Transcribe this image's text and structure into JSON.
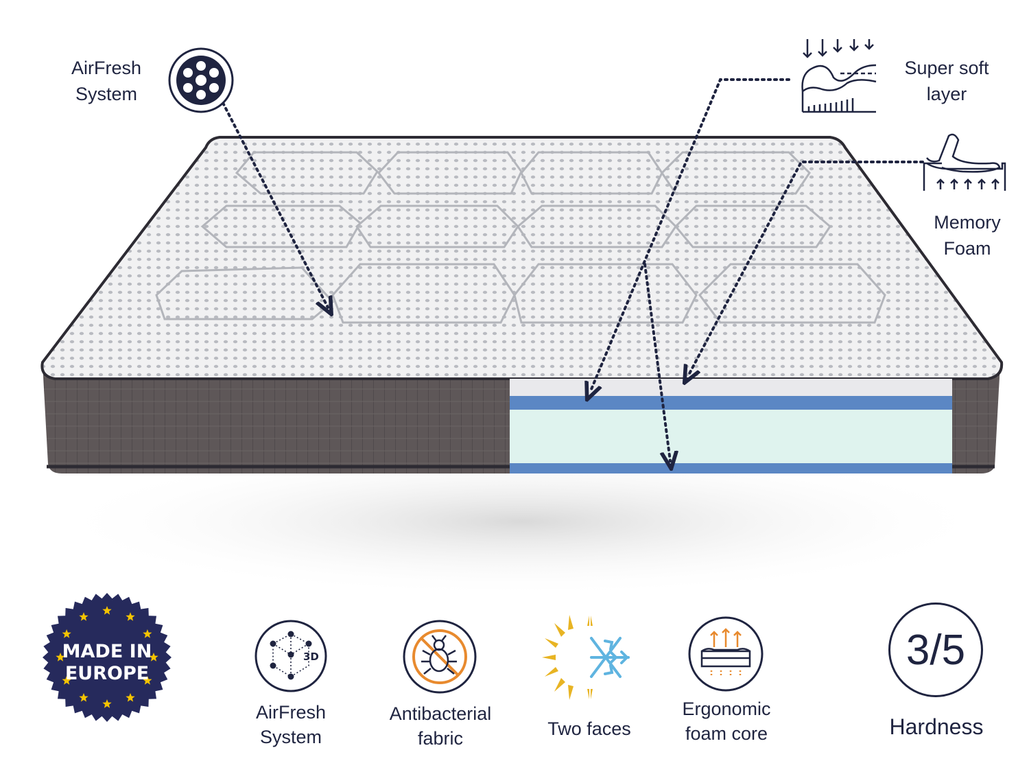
{
  "callouts": {
    "airfresh": {
      "line1": "AirFresh",
      "line2": "System",
      "icon": "airfresh-holes-icon"
    },
    "super_soft": {
      "line1": "Super soft",
      "line2": "layer",
      "icon": "super-soft-layer-icon"
    },
    "memory_foam": {
      "line1": "Memory",
      "line2": "Foam",
      "icon": "memory-foam-icon"
    }
  },
  "features": [
    {
      "line1": "AirFresh",
      "line2": "System",
      "icon": "3d-airfresh-icon",
      "icon_text": "3D"
    },
    {
      "line1": "Antibacterial",
      "line2": "fabric",
      "icon": "antibacterial-icon"
    },
    {
      "line1": "Two faces",
      "line2": "",
      "icon": "sun-snowflake-icon"
    },
    {
      "line1": "Ergonomic",
      "line2": "foam core",
      "icon": "foam-core-icon"
    }
  ],
  "badge": {
    "line1": "MADE IN",
    "line2": "EUROPE",
    "icon": "eu-stars-badge-icon"
  },
  "hardness": {
    "value": "3/5",
    "label": "Hardness"
  },
  "colors": {
    "navy": "#1f2440",
    "badge_blue": "#262a5c",
    "star_yellow": "#f5c400",
    "layer_blue": "#5b87c4",
    "layer_mint": "#dff3ee",
    "layer_grey": "#e9e9ec",
    "side_fabric": "#5e5758",
    "top_fabric": "#eeeeef",
    "orange": "#e88a2e",
    "snow_blue": "#5fb4e0",
    "sun_gold": "#e8b423"
  }
}
